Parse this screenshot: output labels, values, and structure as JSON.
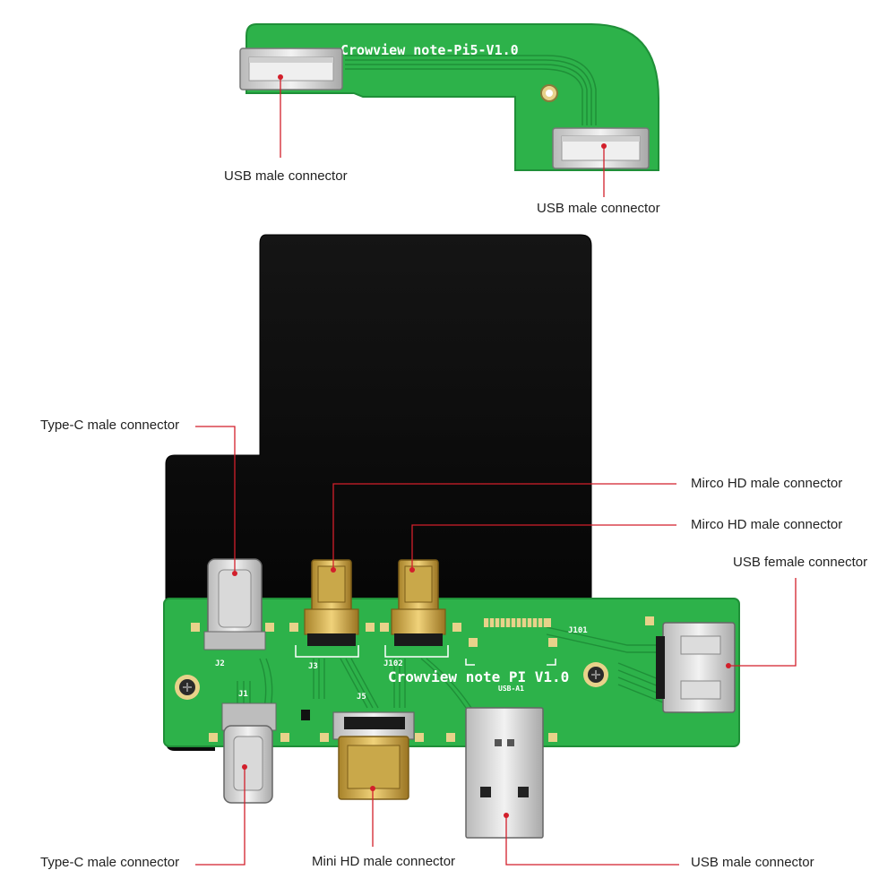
{
  "colors": {
    "pcb_green": "#2db24a",
    "pcb_green_dark": "#1f8f38",
    "silkscreen": "#ffffff",
    "black_panel": "#0c0c0c",
    "callout_line": "#d21f2b",
    "label_text": "#222222"
  },
  "top_board": {
    "silkscreen_title": "Crowview note-Pi5-V1.0"
  },
  "bottom_board": {
    "silkscreen_title": "Crowview note PI V1.0",
    "designators": {
      "j2": "J2",
      "j1": "J1",
      "j3": "J3",
      "j102": "J102",
      "j5": "J5",
      "j101": "J101",
      "usb_a1": "USB-A1"
    }
  },
  "labels": {
    "usb_male_top_left": "USB male connector",
    "usb_male_top_right": "USB male connector",
    "type_c_male_top": "Type-C male connector",
    "micro_hd_male_1": "Mirco HD male connector",
    "micro_hd_male_2": "Mirco HD male connector",
    "usb_female": "USB female connector",
    "type_c_male_bottom": "Type-C male connector",
    "mini_hd_male": "Mini HD male connector",
    "usb_male_bottom": "USB male connector"
  }
}
